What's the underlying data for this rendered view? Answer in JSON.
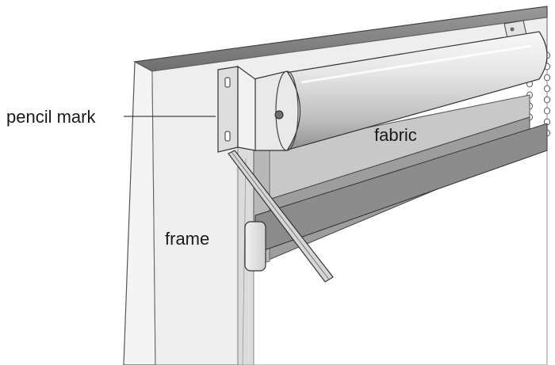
{
  "labels": {
    "pencil_mark": "pencil mark",
    "fabric": "fabric",
    "frame": "frame"
  },
  "colors": {
    "ink": "#1a1a1a",
    "frame_face": "#f1f1f1",
    "frame_top": "#8a8a8a",
    "fabric_upper": "#c4c4c4",
    "fabric_lower": "#9a9a9a",
    "roller": "#d9d9d9"
  }
}
